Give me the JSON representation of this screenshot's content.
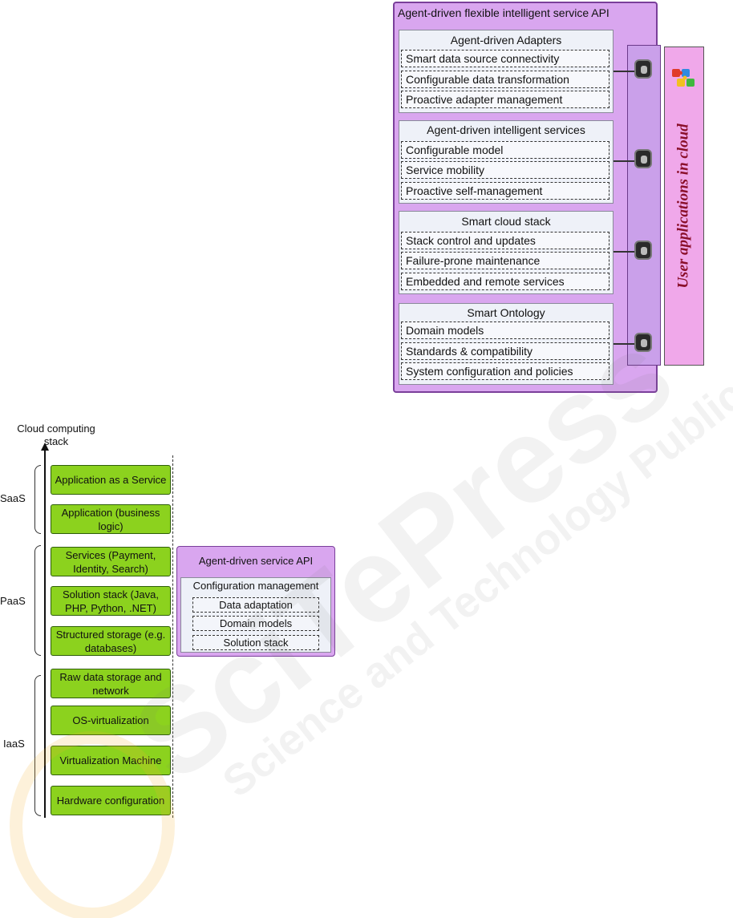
{
  "api_diagram": {
    "title": "Agent-driven flexible intelligent service API",
    "groups": [
      {
        "title": "Agent-driven Adapters",
        "items": [
          "Smart data source connectivity",
          "Configurable data transformation",
          "Proactive adapter management"
        ]
      },
      {
        "title": "Agent-driven intelligent services",
        "items": [
          "Configurable model",
          "Service mobility",
          "Proactive self-management"
        ]
      },
      {
        "title": "Smart cloud stack",
        "items": [
          "Stack control and updates",
          "Failure-prone maintenance",
          "Embedded and remote services"
        ]
      },
      {
        "title": "Smart Ontology",
        "items": [
          "Domain models",
          "Standards & compatibility",
          "System configuration and policies"
        ]
      }
    ],
    "user_apps_label": "User applications in cloud",
    "colors": {
      "outer": "#d9a6ef",
      "user_apps": "#f0a8ea",
      "user_apps_text": "#8a0f2a"
    }
  },
  "stack_diagram": {
    "axis_label": "Cloud computing stack",
    "categories": [
      "SaaS",
      "PaaS",
      "IaaS"
    ],
    "layers": [
      "Application as a Service",
      "Application (business logic)",
      "Services (Payment, Identity, Search)",
      "Solution stack (Java, PHP, Python, .NET)",
      "Structured storage (e.g. databases)",
      "Raw data storage and network",
      "OS-virtualization",
      "Virtualization Machine",
      "Hardware configuration"
    ],
    "service_api": {
      "title": "Agent-driven service API",
      "subtitle": "Configuration management",
      "items": [
        "Data adaptation",
        "Domain models",
        "Solution stack"
      ]
    },
    "colors": {
      "layer": "#8cd21e"
    }
  },
  "watermark": {
    "text": "SciTePress",
    "subtext": "Science and Technology Publications"
  }
}
